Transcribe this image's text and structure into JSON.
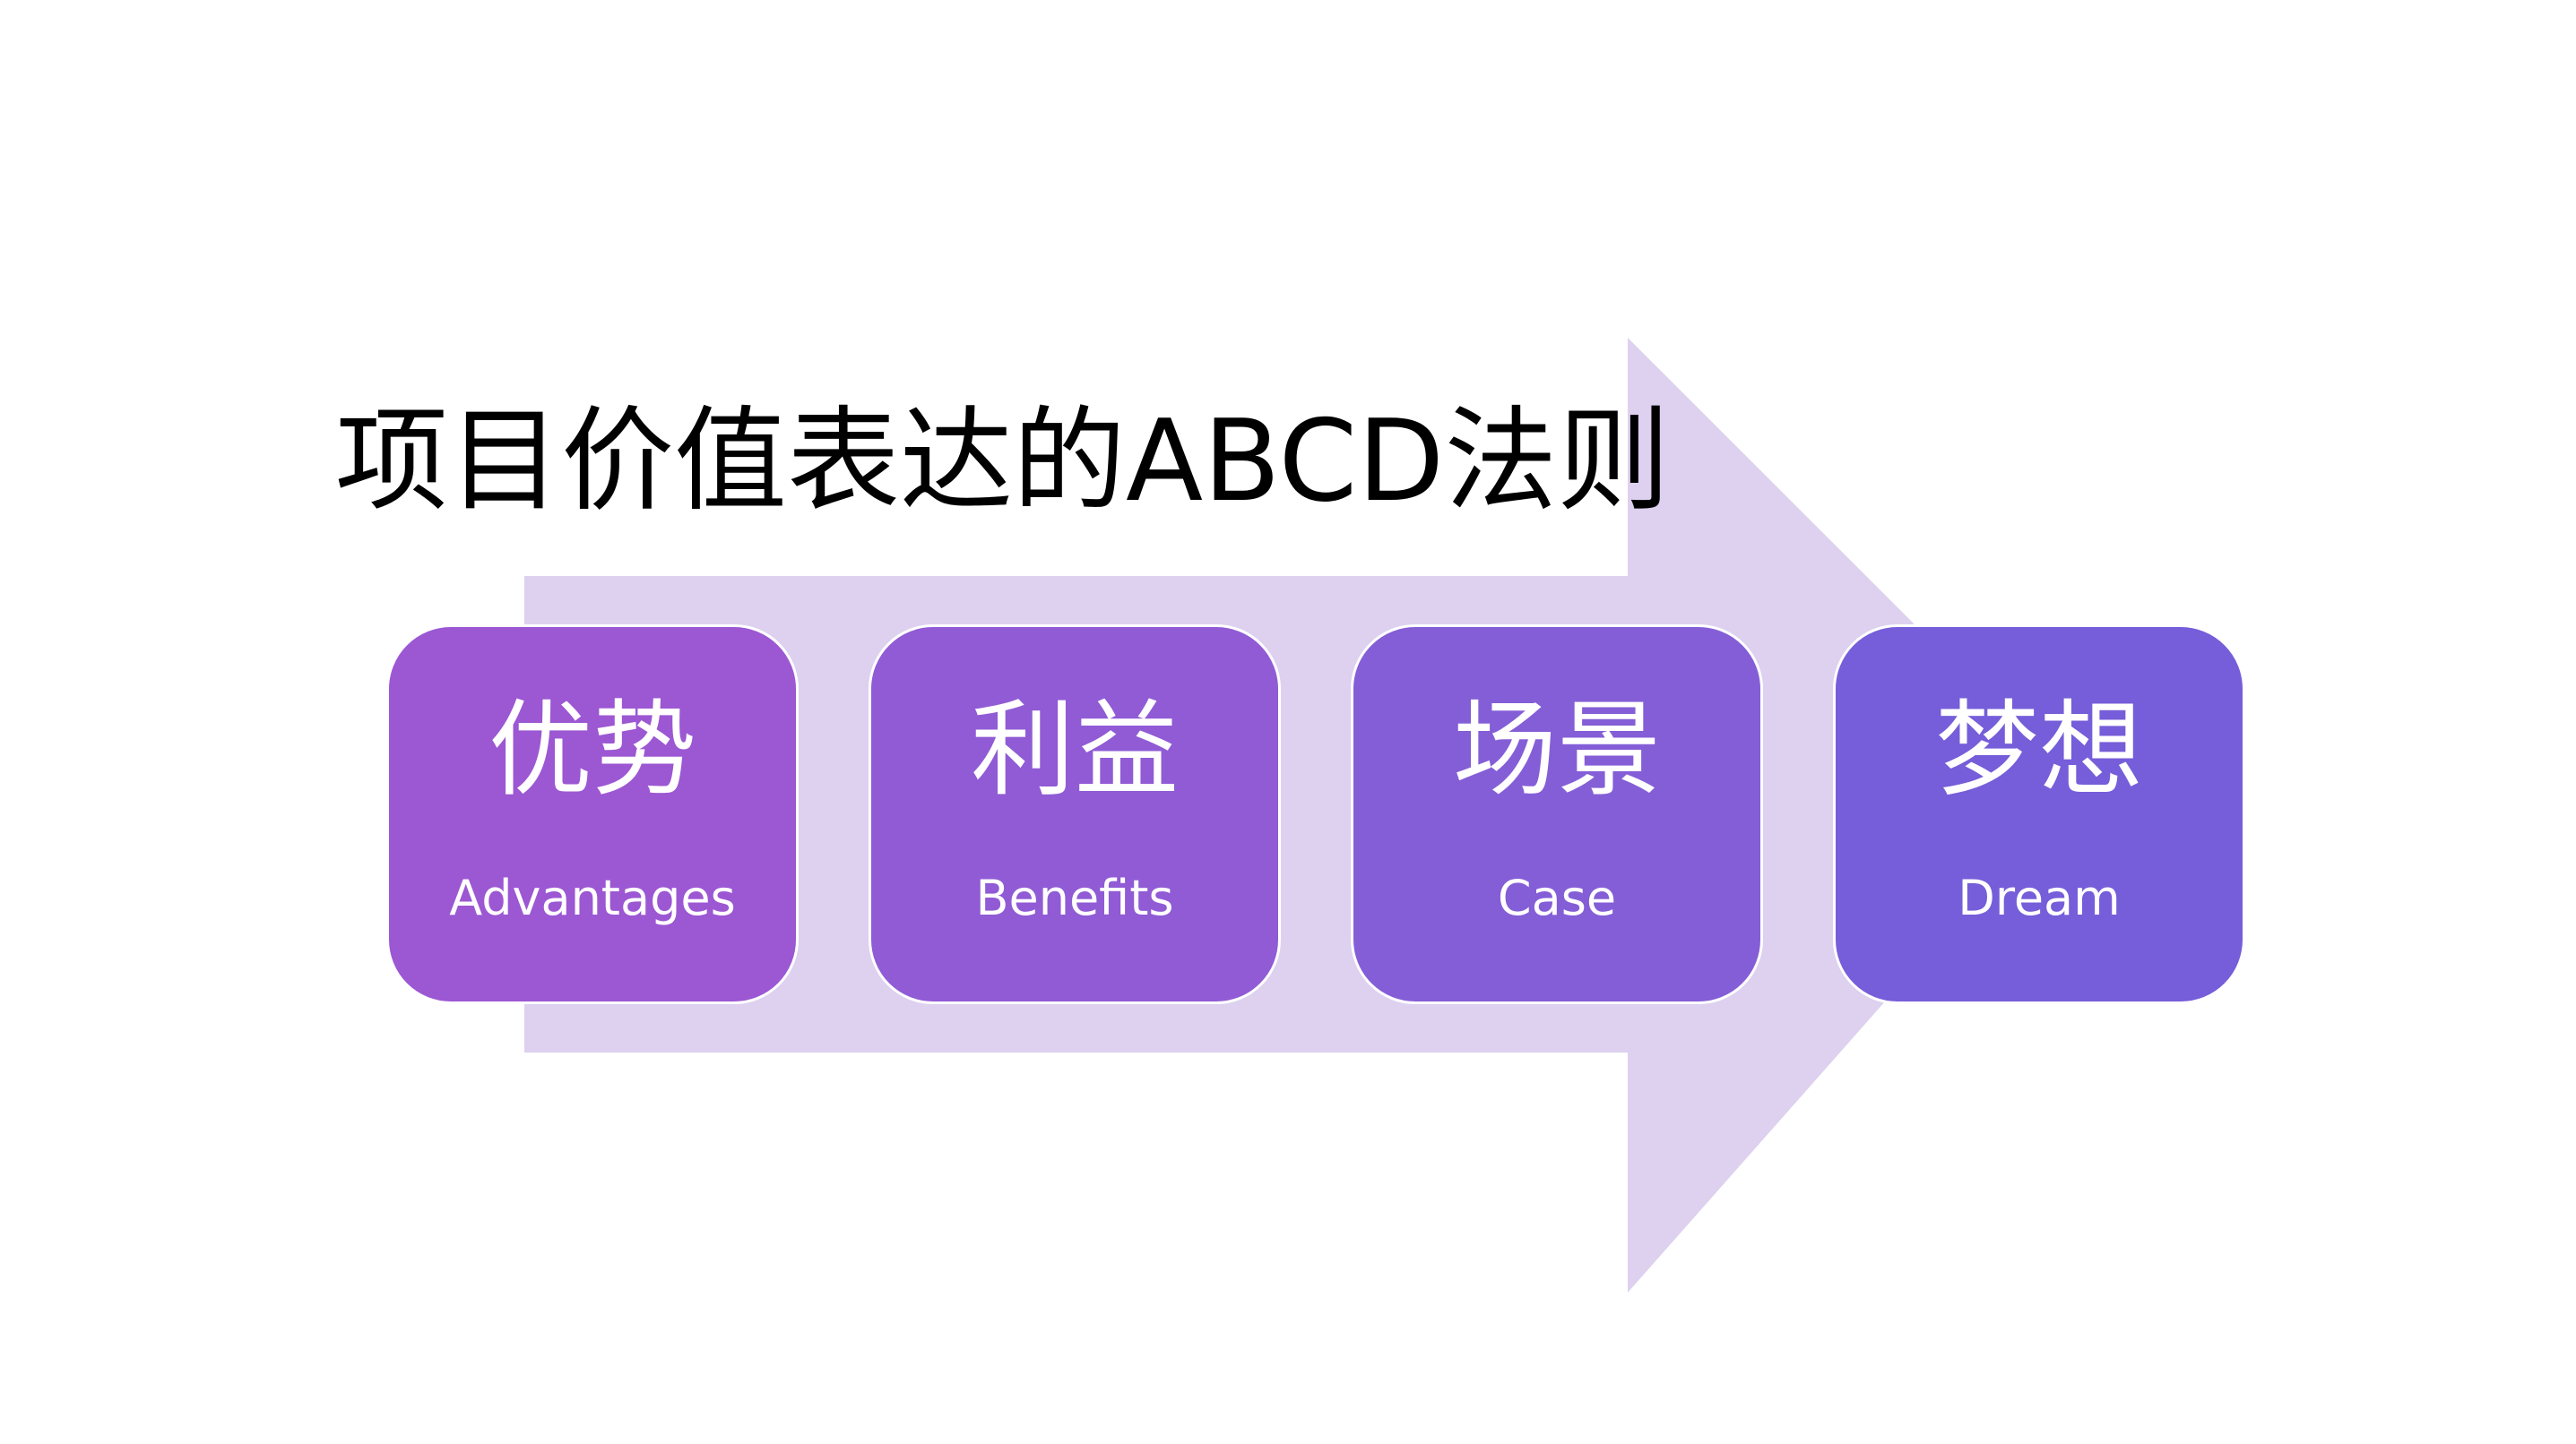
{
  "title": "项目价值表达的ABCD法则",
  "colors": {
    "arrow": "#ddd1ef",
    "title_text": "#000000",
    "card_text": "#ffffff"
  },
  "cards": [
    {
      "cn": "优势",
      "en": "Advantages",
      "color": "#9c57d3"
    },
    {
      "cn": "利益",
      "en": "Benefits",
      "color": "#905bd5"
    },
    {
      "cn": "场景",
      "en": "Case",
      "color": "#845ed7"
    },
    {
      "cn": "梦想",
      "en": "Dream",
      "color": "#765dd9"
    }
  ]
}
